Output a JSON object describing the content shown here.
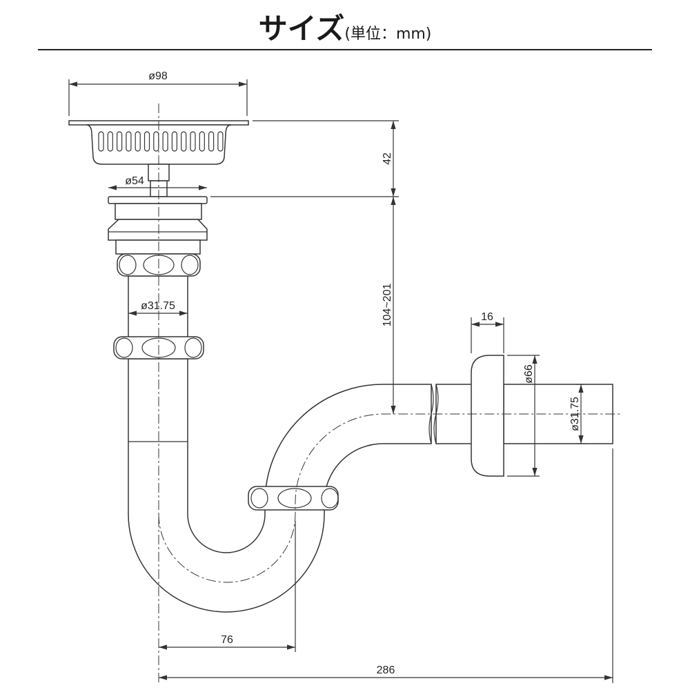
{
  "title": {
    "main": "サイズ",
    "unit": "(単位：mm)"
  },
  "dimensions": {
    "strainer_diameter": "ø98",
    "strainer_height": "42",
    "flange_diameter": "ø54",
    "height_range": "104~201",
    "pipe_diameter_vertical": "ø31.75",
    "escutcheon_thickness": "16",
    "escutcheon_diameter": "ø66",
    "pipe_diameter_horizontal": "ø31.75",
    "trap_width": "76",
    "total_width": "286"
  }
}
